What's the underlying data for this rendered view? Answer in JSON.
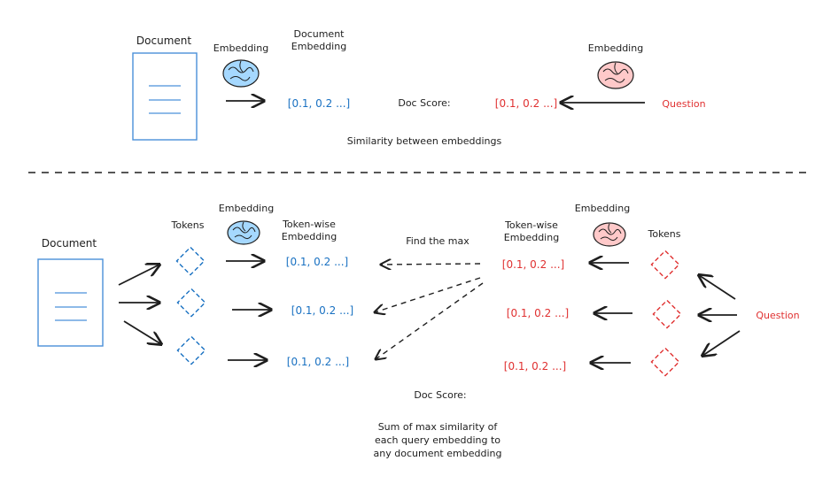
{
  "colors": {
    "ink": "#1e1e1e",
    "blue": "#1971c2",
    "red": "#e03131",
    "doc_stroke": "#4a90d9",
    "brain_blue_fill": "#a5d8ff",
    "brain_red_fill": "#ffc9c9"
  },
  "top": {
    "document_label": "Document",
    "embedding_label_left": "Embedding",
    "document_embedding_label": [
      "Document",
      "Embedding"
    ],
    "doc_vector": "[0.1, 0.2 ...]",
    "doc_score_label": "Doc Score:",
    "question_vector": "[0.1, 0.2 ...]",
    "embedding_label_right": "Embedding",
    "question_label": "Question",
    "similarity_caption": "Similarity between embeddings"
  },
  "bottom": {
    "document_label": "Document",
    "tokens_label_left": "Tokens",
    "embedding_label_left": "Embedding",
    "token_wise_label_left": [
      "Token-wise",
      "Embedding"
    ],
    "doc_vectors": [
      "[0.1, 0.2 ...]",
      "[0.1, 0.2 ...]",
      "[0.1, 0.2 ...]"
    ],
    "find_max_label": "Find the max",
    "token_wise_label_right": [
      "Token-wise",
      "Embedding"
    ],
    "embedding_label_right": "Embedding",
    "tokens_label_right": "Tokens",
    "question_vectors": [
      "[0.1, 0.2 ...]",
      "[0.1, 0.2 ...]",
      "[0.1, 0.2 ...]"
    ],
    "question_label": "Question",
    "doc_score_label": "Doc Score:",
    "doc_score_caption": [
      "Sum of max similarity of",
      "each query embedding to",
      "any document embedding"
    ]
  }
}
